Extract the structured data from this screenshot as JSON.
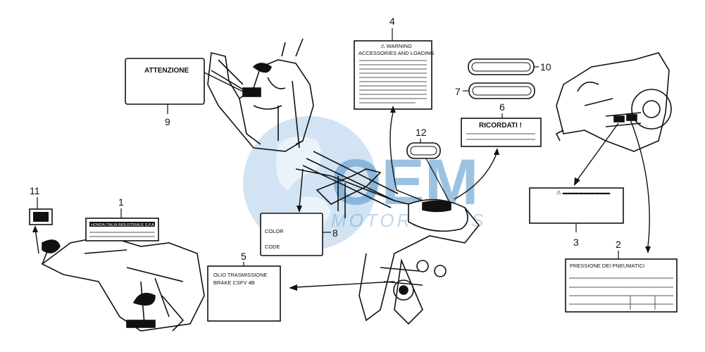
{
  "callouts": {
    "c1": "1",
    "c2": "2",
    "c3": "3",
    "c4": "4",
    "c5": "5",
    "c6": "6",
    "c7": "7",
    "c8": "8",
    "c9": "9",
    "c10": "10",
    "c11": "11",
    "c12": "12"
  },
  "labels": {
    "attenzione": "ATTENZIONE",
    "warning_line1": "⚠ WARNING",
    "warning_line2": "ACCESSORIES AND LOADING",
    "ricordati": "RICORDATI !",
    "color": "COLOR",
    "code": "CODE",
    "olio_line1": "OLIO TRASMISSIONE",
    "olio_line2": "BRAKE CSFV 4B",
    "honda_italia": "HONDA ITALIA INDUSTRIALE S.P.A.",
    "pressione": "PRESSIONE DEI PNEUMATICI"
  },
  "watermark": {
    "brand": "OEM",
    "sub": "MOTORPARTS",
    "color": "#4a90c8"
  }
}
